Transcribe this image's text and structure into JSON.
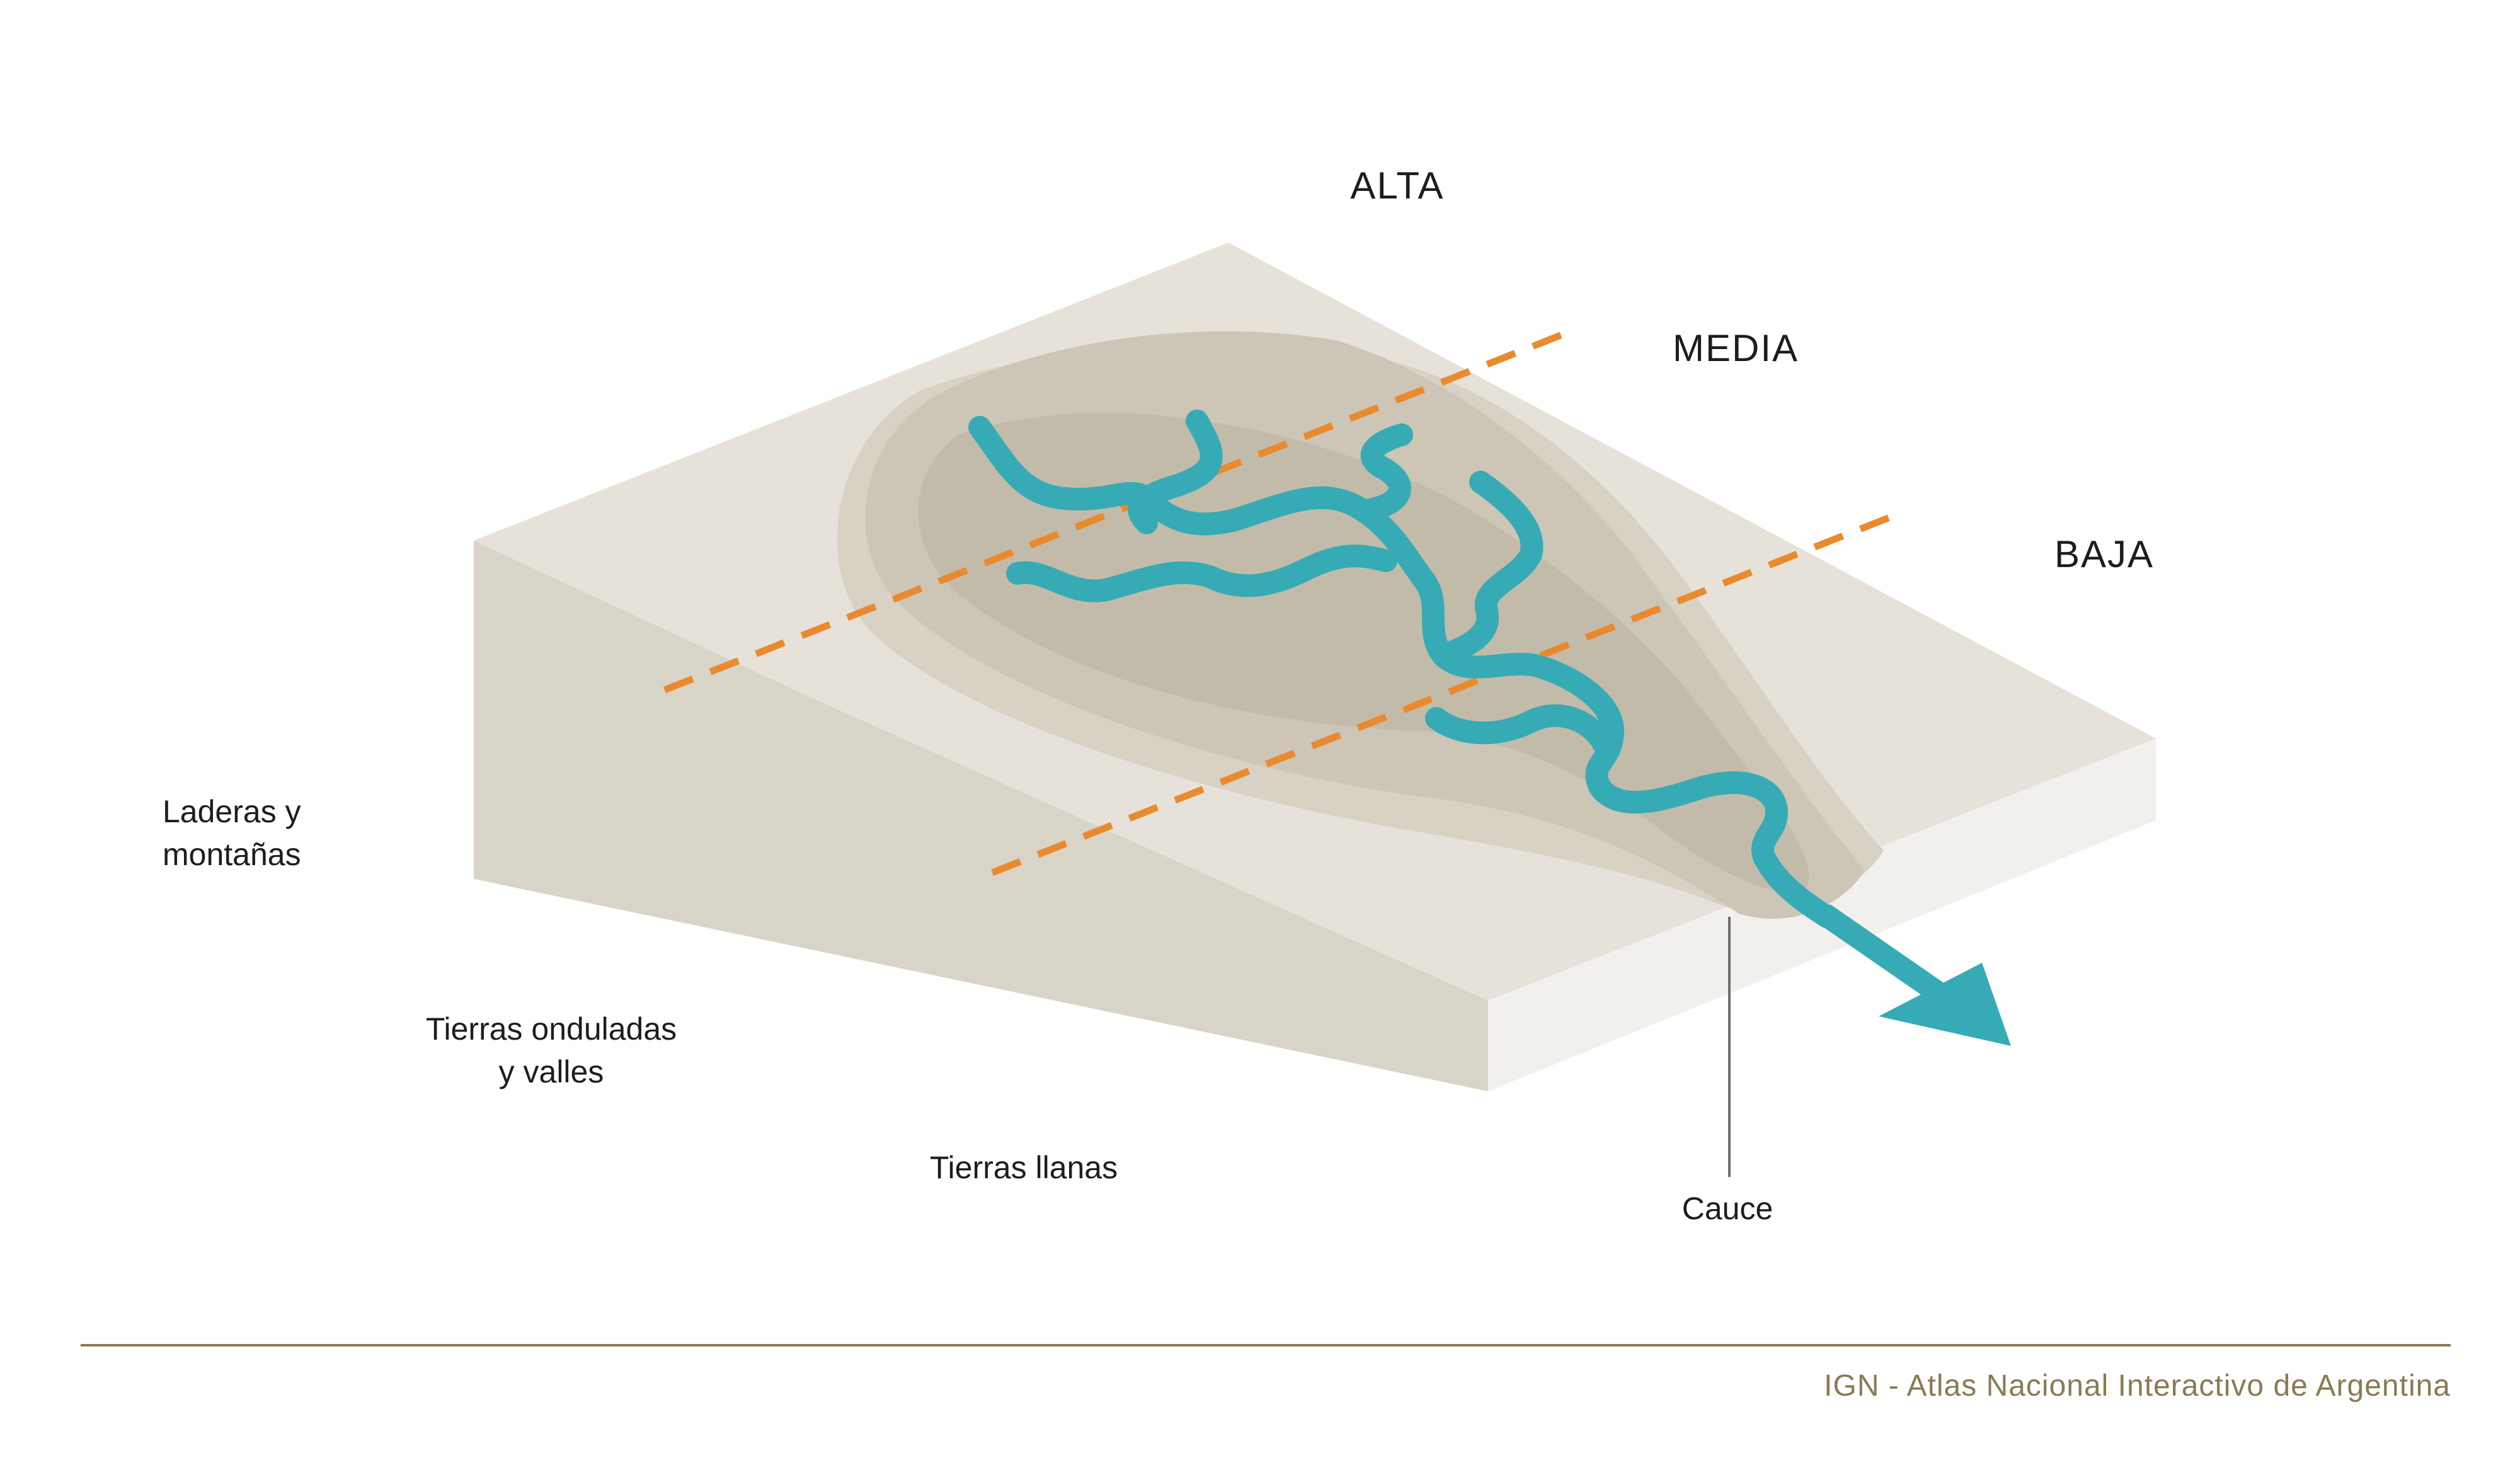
{
  "zones": {
    "alta": "ALTA",
    "media": "MEDIA",
    "baja": "BAJA"
  },
  "terrain": {
    "laderas_line1": "Laderas y",
    "laderas_line2": "montañas",
    "onduladas_line1": "Tierras onduladas",
    "onduladas_line2": "y valles",
    "llanas": "Tierras llanas"
  },
  "cauce_label": "Cauce",
  "credit": "IGN - Atlas Nacional Interactivo de Argentina",
  "colors": {
    "river": "#36abb6",
    "divider": "#ea8a2e",
    "block_top": "#e6e2da",
    "block_left": "#d8d4c8",
    "block_front": "#f2f0ec",
    "basin_outer": "#d8d2c5",
    "basin_middle": "#cdc5b6",
    "basin_inner": "#c3bba9",
    "credit_text": "#8b7a55",
    "rule": "#8b7a55"
  }
}
